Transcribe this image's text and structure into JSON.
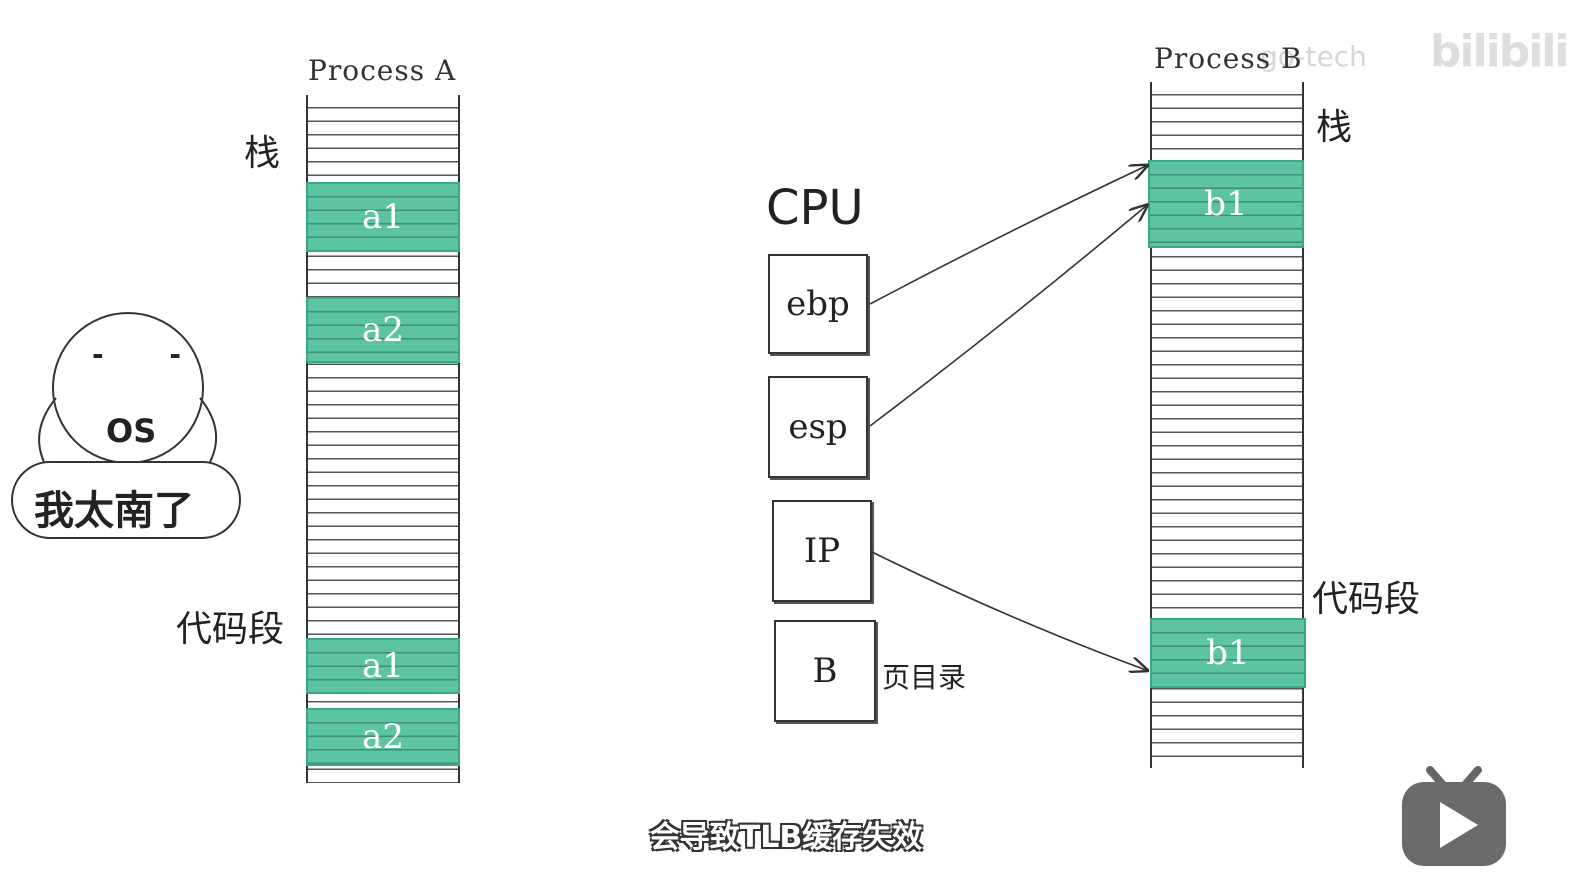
{
  "process_a": {
    "title": "Process A",
    "stack_label": "栈",
    "code_label": "代码段",
    "stack_blocks": [
      "a1",
      "a2"
    ],
    "code_blocks": [
      "a1",
      "a2"
    ]
  },
  "process_b": {
    "title": "Process B",
    "stack_label": "栈",
    "code_label": "代码段",
    "stack_block": "b1",
    "code_block": "b1"
  },
  "cpu": {
    "title": "CPU",
    "registers": [
      "ebp",
      "esp",
      "IP",
      "B"
    ],
    "page_dir_label": "页目录"
  },
  "os_character": {
    "eyes": "- -",
    "label": "OS",
    "bubble": "我太南了"
  },
  "subtitle": "会导致TLB缓存失效",
  "watermark": "go-tech",
  "brand": "bilibili",
  "colors": {
    "block_fill": "#5cc4a3",
    "block_border": "#3aa888",
    "line": "#333333"
  }
}
